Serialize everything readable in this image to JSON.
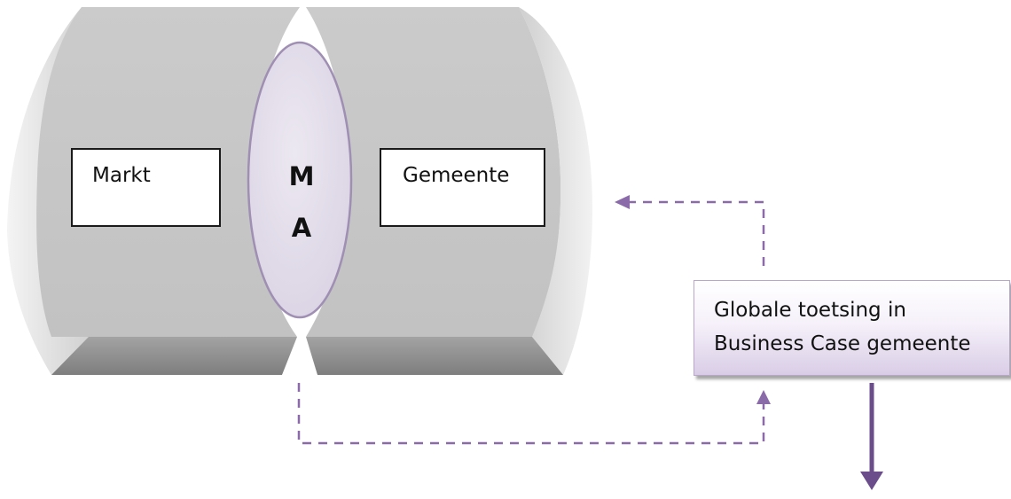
{
  "diagram": {
    "left_box_label": "Markt",
    "right_box_label": "Gemeente",
    "center_letters": [
      "M",
      "A"
    ],
    "business_case_lines": [
      "Globale toetsing in",
      "Business Case gemeente"
    ]
  },
  "colors": {
    "cylinder_body": "#c9c9c9",
    "cylinder_cap": "#e2e2e2",
    "cylinder_shadow": "#8e8e8e",
    "ellipse_fill": "#e4dfea",
    "ellipse_stroke": "#9e8fb3",
    "arrow_purple": "#8a6aa8",
    "arrow_dark_purple": "#6b4d8c"
  }
}
